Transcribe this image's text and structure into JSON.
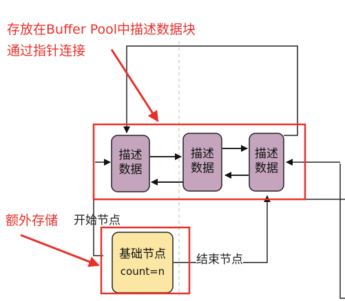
{
  "annotations": {
    "top_note_line1": "存放在Buffer Pool中描述数据块",
    "top_note_line2": "通过指针连接",
    "extra_storage": "额外存储",
    "start_node": "开始节点",
    "end_node": "结束节点"
  },
  "nodes": {
    "desc_block_1": "描述\n数据",
    "desc_block_2": "描述\n数据",
    "desc_block_3": "描述\n数据",
    "base_node_title": "基础节点",
    "base_node_count": "count=n"
  },
  "colors": {
    "desc_fill": "#c4a5bd",
    "base_fill": "#fbe7a3",
    "highlight": "#e8302a",
    "line": "#222222"
  }
}
